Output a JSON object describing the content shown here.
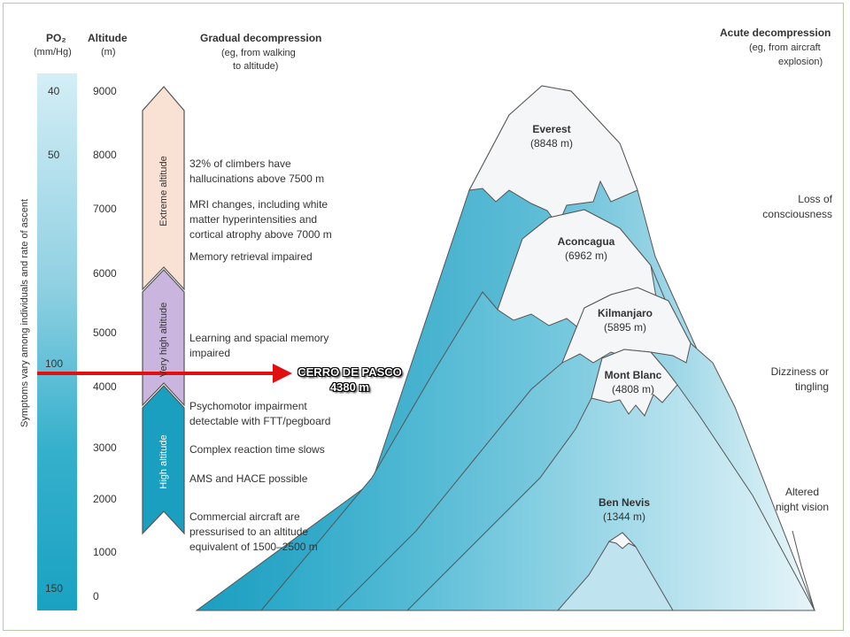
{
  "headers": {
    "po2": "PO₂",
    "po2_unit": "(mm/Hg)",
    "altitude": "Altitude",
    "altitude_unit": "(m)",
    "gradual_title": "Gradual decompression",
    "gradual_sub1": "(eg, from walking",
    "gradual_sub2": "to altitude)",
    "acute_title": "Acute decompression",
    "acute_sub1": "(eg, from aircraft",
    "acute_sub2": "explosion)"
  },
  "po2_ticks": [
    "40",
    "50",
    "100",
    "150"
  ],
  "altitude_ticks": [
    "9000",
    "8000",
    "7000",
    "6000",
    "5000",
    "4000",
    "3000",
    "2000",
    "1000",
    "0"
  ],
  "side_label": "Symptoms vary among individuals and rate of ascent",
  "zones": {
    "extreme": "Extreme altitude",
    "very_high": "Very high altitude",
    "high": "High altitude"
  },
  "gradual_notes": {
    "n1": "32% of climbers have hallucinations above 7500 m",
    "n2": "MRI changes, including white matter hyperintensities and cortical atrophy above 7000 m",
    "n3": "Memory retrieval impaired",
    "n4": "Learning and spacial memory impaired",
    "n5": "Psychomotor impairment detectable with FTT/pegboard",
    "n6": "Complex reaction time slows",
    "n7": "AMS and HACE possible",
    "n8": "Commercial aircraft are pressurised to an altitude equivalent of 1500–2500 m"
  },
  "acute_notes": {
    "a1": "Loss of consciousness",
    "a2": "Dizziness or tingling",
    "a3": "Altered night vision"
  },
  "peaks": {
    "everest_name": "Everest",
    "everest_alt": "(8848 m)",
    "aconcagua_name": "Aconcagua",
    "aconcagua_alt": "(6962 m)",
    "kilimanjaro_name": "Kilmanjaro",
    "kilimanjaro_alt": "(5895 m)",
    "montblanc_name": "Mont Blanc",
    "montblanc_alt": "(4808 m)",
    "bennevis_name": "Ben Nevis",
    "bennevis_alt": "(1344 m)"
  },
  "marker": {
    "name": "CERRO DE PASCO",
    "alt": "4380 m",
    "color": "#e01010"
  },
  "colors": {
    "mountain_dark": "#2aa6c6",
    "mountain_light": "#dff1f7",
    "snow": "#f4f6f8",
    "zone_extreme": "#f9e1d4",
    "zone_very_high": "#c9b5de",
    "zone_high": "#1a9fc0"
  }
}
